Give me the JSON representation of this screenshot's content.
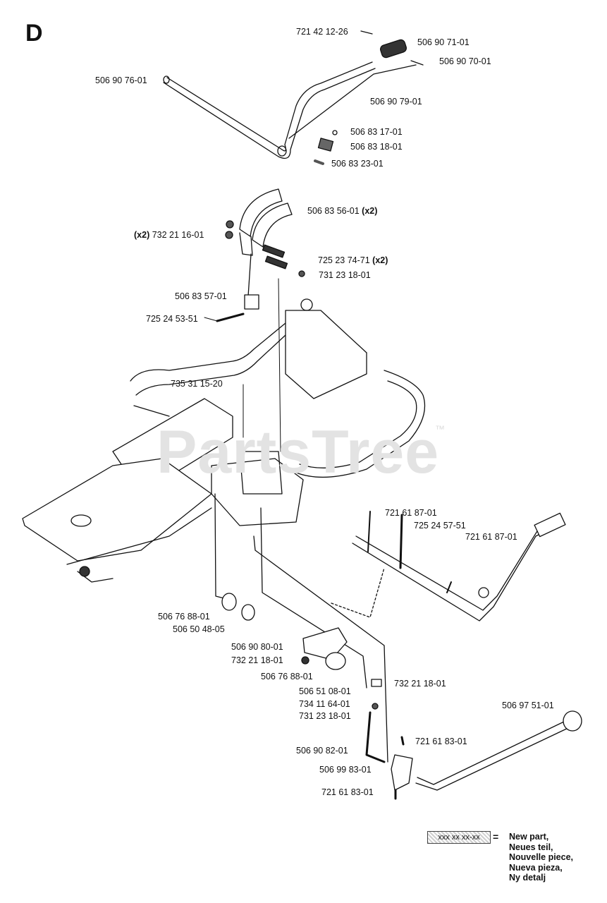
{
  "sheet_letter": "D",
  "watermark": "PartsTree",
  "trademark": "™",
  "parts": [
    {
      "id": "p1",
      "text": "721 42 12-26"
    },
    {
      "id": "p2",
      "text": "506 90 71-01"
    },
    {
      "id": "p3",
      "text": "506 90 70-01"
    },
    {
      "id": "p4",
      "text": "506 90 76-01"
    },
    {
      "id": "p5",
      "text": "506 90 79-01"
    },
    {
      "id": "p6",
      "text": "506 83 17-01"
    },
    {
      "id": "p7",
      "text": "506 83 18-01"
    },
    {
      "id": "p8",
      "text": "506 83 23-01"
    },
    {
      "id": "p9",
      "text": "506 83 56-01",
      "suffix": "(x2)"
    },
    {
      "id": "p10",
      "text": "732 21 16-01",
      "prefix": "(x2)"
    },
    {
      "id": "p11",
      "text": "725 23 74-71",
      "suffix": "(x2)"
    },
    {
      "id": "p12",
      "text": "731 23 18-01"
    },
    {
      "id": "p13",
      "text": "506 83 57-01"
    },
    {
      "id": "p14",
      "text": "725 24 53-51"
    },
    {
      "id": "p15",
      "text": "735 31 15-20"
    },
    {
      "id": "p16",
      "text": "721 61 87-01"
    },
    {
      "id": "p17",
      "text": "725 24 57-51"
    },
    {
      "id": "p18",
      "text": "721 61 87-01"
    },
    {
      "id": "p19",
      "text": "506 76 88-01"
    },
    {
      "id": "p20",
      "text": "506 50 48-05"
    },
    {
      "id": "p21",
      "text": "506 90 80-01"
    },
    {
      "id": "p22",
      "text": "732 21 18-01"
    },
    {
      "id": "p23",
      "text": "506 76 88-01"
    },
    {
      "id": "p24",
      "text": "506 51 08-01"
    },
    {
      "id": "p25",
      "text": "732 21 18-01"
    },
    {
      "id": "p26",
      "text": "734 11 64-01"
    },
    {
      "id": "p27",
      "text": "731 23 18-01"
    },
    {
      "id": "p28",
      "text": "506 97 51-01"
    },
    {
      "id": "p29",
      "text": "506 90 82-01"
    },
    {
      "id": "p30",
      "text": "721 61 83-01"
    },
    {
      "id": "p31",
      "text": "506 99 83-01"
    },
    {
      "id": "p32",
      "text": "721 61 83-01"
    }
  ],
  "legend": {
    "box_text": "xxx xx xx-xx",
    "equals": "=",
    "lines": [
      "New part,",
      "Neues teil,",
      "Nouvelle piece,",
      "Nueva pieza,",
      "Ny detalj"
    ]
  }
}
